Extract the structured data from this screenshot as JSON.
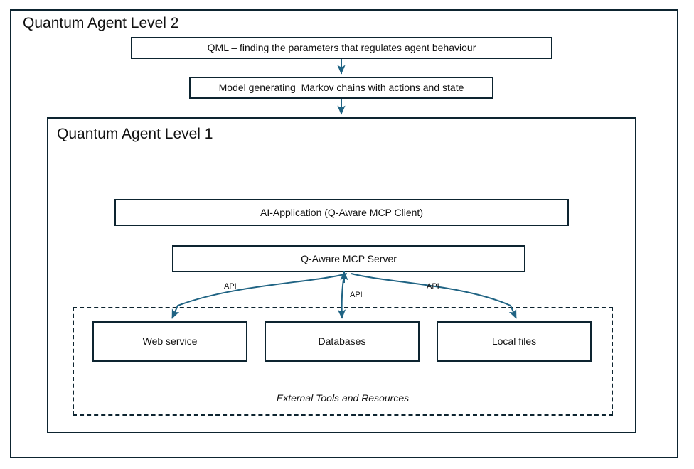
{
  "diagram": {
    "outer": {
      "title": "Quantum Agent Level 2",
      "border_color": "#0d2430"
    },
    "level2_flow": [
      {
        "id": "qml",
        "label": "QML – finding the parameters that regulates agent behaviour"
      },
      {
        "id": "model",
        "label": "Model generating  Markov chains with actions and state"
      }
    ],
    "level1": {
      "title": "Quantum Agent Level 1",
      "boxes": [
        {
          "id": "app",
          "label": "AI-Application (Q-Aware MCP Client)"
        },
        {
          "id": "server",
          "label": "Q-Aware MCP Server"
        }
      ]
    },
    "external_tools": {
      "caption": "External Tools and Resources",
      "border_style": "dashed",
      "items": [
        {
          "id": "webservice",
          "label": "Web service"
        },
        {
          "id": "databases",
          "label": "Databases"
        },
        {
          "id": "localfiles",
          "label": "Local files"
        }
      ]
    },
    "connectors": {
      "color": "#1f6383",
      "api_labels": [
        {
          "id": "api-left",
          "label": "API"
        },
        {
          "id": "api-middle",
          "label": "API"
        },
        {
          "id": "api-right",
          "label": "API"
        }
      ]
    }
  }
}
